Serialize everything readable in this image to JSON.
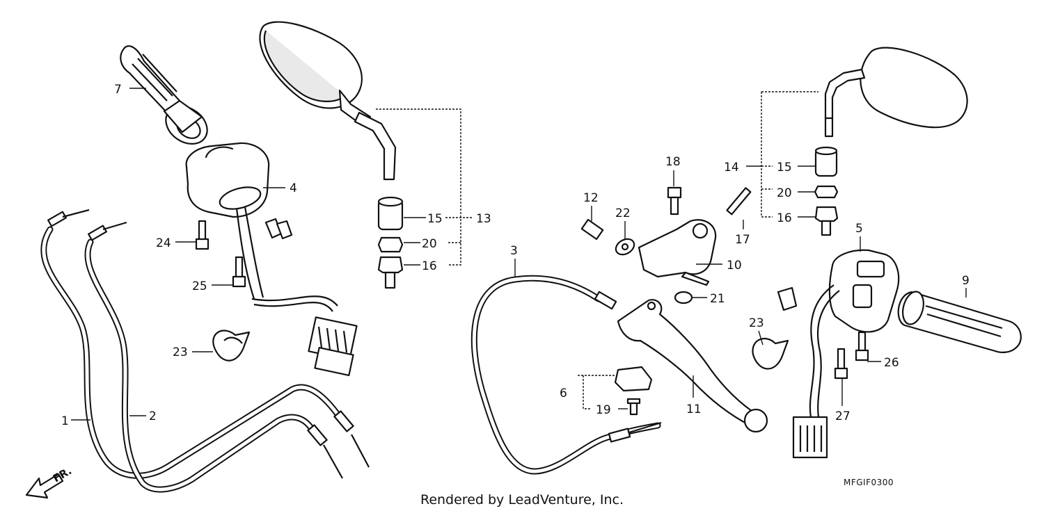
{
  "callouts": {
    "c1": "1",
    "c2": "2",
    "c3": "3",
    "c4": "4",
    "c5": "5",
    "c6": "6",
    "c7": "7",
    "c9": "9",
    "c10": "10",
    "c11": "11",
    "c12": "12",
    "c13": "13",
    "c14": "14",
    "c15a": "15",
    "c15b": "15",
    "c16a": "16",
    "c16b": "16",
    "c17": "17",
    "c18": "18",
    "c19": "19",
    "c20a": "20",
    "c20b": "20",
    "c21": "21",
    "c22": "22",
    "c23a": "23",
    "c23b": "23",
    "c24": "24",
    "c25": "25",
    "c26": "26",
    "c27": "27"
  },
  "direction_label": "FR.",
  "catalog_code": "MFGIF0300",
  "credit": "Rendered by LeadVenture, Inc.",
  "colors": {
    "ink": "#111111",
    "background": "#ffffff"
  }
}
